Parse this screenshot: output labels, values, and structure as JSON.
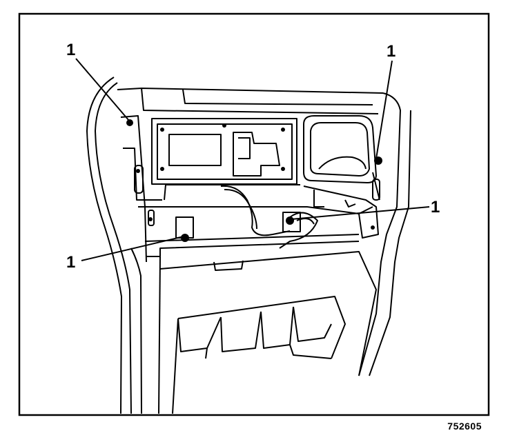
{
  "callouts": [
    {
      "id": "upper-left",
      "label": "1"
    },
    {
      "id": "upper-right",
      "label": "1"
    },
    {
      "id": "middle-right",
      "label": "1"
    },
    {
      "id": "lower-left",
      "label": "1"
    }
  ],
  "figure_id": "752605",
  "colors": {
    "line": "#000000",
    "background": "#ffffff"
  }
}
